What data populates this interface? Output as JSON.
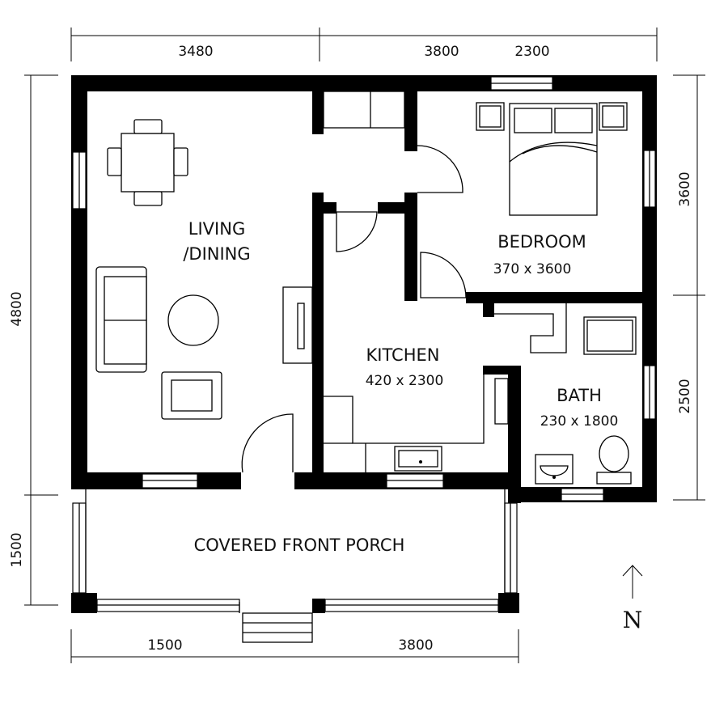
{
  "rooms": {
    "living": {
      "line1": "LIVING",
      "line2": "/DINING"
    },
    "bedroom": {
      "name": "BEDROOM",
      "size": "370 x 3600"
    },
    "kitchen": {
      "name": "KITCHEN",
      "size": "420 x 2300"
    },
    "bath": {
      "name": "BATH",
      "size": "230 x 1800"
    },
    "porch": {
      "name": "COVERED FRONT PORCH"
    }
  },
  "dimensions": {
    "top": [
      "3480",
      "3800",
      "2300"
    ],
    "bottom": [
      "1500",
      "3800"
    ],
    "left": [
      "4800",
      "1500"
    ],
    "right": [
      "3600",
      "2500"
    ]
  },
  "north_label": "N"
}
